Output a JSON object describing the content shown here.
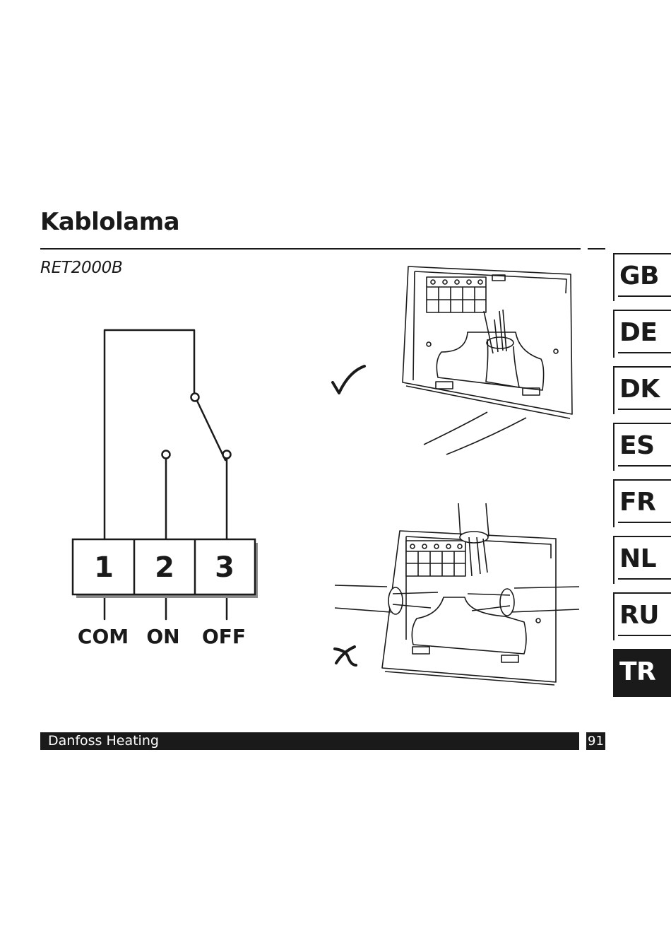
{
  "page": {
    "title": "Kablolama",
    "model": "RET2000B",
    "footer_brand": "Danfoss Heating",
    "page_number": "91"
  },
  "languages": [
    {
      "code": "GB",
      "active": false
    },
    {
      "code": "DE",
      "active": false
    },
    {
      "code": "DK",
      "active": false
    },
    {
      "code": "ES",
      "active": false
    },
    {
      "code": "FR",
      "active": false
    },
    {
      "code": "NL",
      "active": false
    },
    {
      "code": "RU",
      "active": false
    },
    {
      "code": "TR",
      "active": true
    }
  ],
  "diagram": {
    "terminals": [
      {
        "number": "1",
        "label": "COM"
      },
      {
        "number": "2",
        "label": "ON"
      },
      {
        "number": "3",
        "label": "OFF"
      }
    ],
    "correct_mark": "✓",
    "wrong_mark": "✗"
  }
}
